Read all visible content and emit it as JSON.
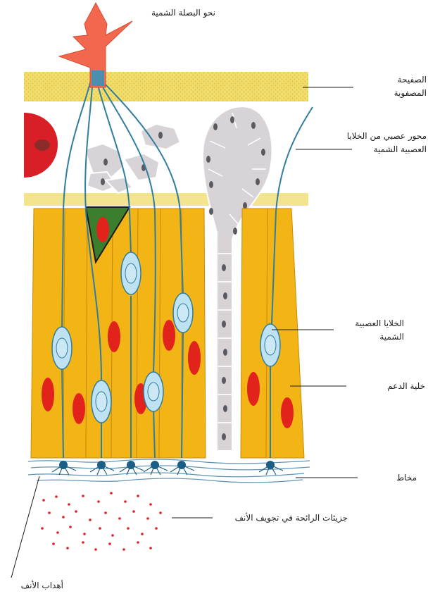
{
  "labels": {
    "olfactory_bulb": "نحو البصلة الشمية",
    "cribriform_plate_1": "الصفيحة",
    "cribriform_plate_2": "المصفوية",
    "axon_1": "محور عصبي من الخلايا",
    "axon_2": "العصبية الشمية",
    "olfactory_neurons_1": "الخلايا العصبية",
    "olfactory_neurons_2": "الشمية",
    "supporting_cell": "خلية الدعم",
    "mucus": "مخاط",
    "odor_molecules": "جزيئات الرائحة في تجويف الأنف",
    "nasal_cilia": "أهداب الأنف"
  },
  "colors": {
    "plate_fill": "#f1dd6c",
    "plate_dots": "#d9bc3a",
    "basement_band": "#f3e58e",
    "supporting_cell": "#f2b515",
    "supporting_cell_edge": "#c98a0c",
    "supporting_nucleus": "#e1231c",
    "neuron_fill": "#bfe2f2",
    "neuron_edge": "#2f7d9f",
    "axon": "#2f7d9f",
    "gland_cell": "#d8d3d6",
    "gland_nucleus": "#5c5a60",
    "basal_cell": "#3b7e2e",
    "blood_vessel": "#d91f26",
    "arrow": "#f2684f",
    "mucus": "#5e95b5",
    "odor_dot": "#d9232a"
  }
}
